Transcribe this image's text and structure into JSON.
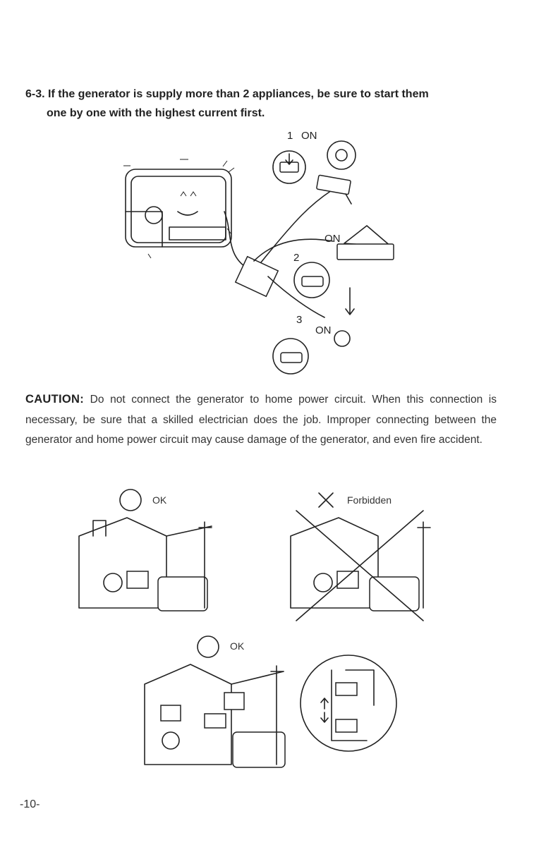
{
  "heading": {
    "line1": "6-3. If the generator is supply more than 2 appliances, be sure to start them",
    "line2": "one by one with the highest current first."
  },
  "figure_top": {
    "label_1": "1",
    "label_1_on": "ON",
    "label_2": "2",
    "label_2_on": "ON",
    "label_3": "3",
    "label_3_on": "ON"
  },
  "caution": {
    "title": "CAUTION:",
    "body": "Do not connect the generator to home power circuit. When this connection is necessary, be sure that a skilled electrician does the job. Improper connecting between the generator and home power circuit may cause damage of the generator, and even fire accident."
  },
  "figures": {
    "ok_left_label": "OK",
    "forbidden_label": "Forbidden",
    "ok_bottom_label": "OK"
  },
  "page_number": "-10-"
}
